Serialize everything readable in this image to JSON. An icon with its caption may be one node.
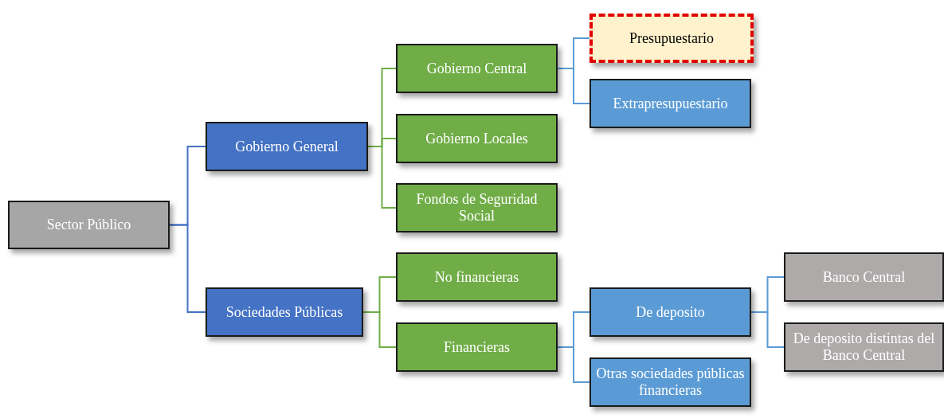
{
  "diagram": {
    "nodes": [
      {
        "text": [
          "Sector Público"
        ]
      },
      {
        "text": [
          "Gobierno General"
        ]
      },
      {
        "text": [
          "Sociedades Públicas"
        ]
      },
      {
        "text": [
          "Gobierno Central"
        ]
      },
      {
        "text": [
          "Gobierno Locales"
        ]
      },
      {
        "text": [
          "Fondos de Seguridad Social"
        ]
      },
      {
        "text": [
          "No financieras"
        ]
      },
      {
        "text": [
          "Financieras"
        ]
      },
      {
        "text": [
          "Presupuestario"
        ]
      },
      {
        "text": [
          "Extrapresupuestario"
        ]
      },
      {
        "text": [
          "De deposito"
        ]
      },
      {
        "text": [
          "Otras sociedades públicas financieras"
        ]
      },
      {
        "text": [
          "Banco Central"
        ]
      },
      {
        "text": [
          "De deposito distintas del Banco Central"
        ]
      }
    ],
    "edges": [
      {
        "from": 0,
        "to": 1,
        "arrow": "none",
        "color": "#4472c4"
      },
      {
        "from": 0,
        "to": 2,
        "arrow": "none",
        "color": "#4472c4"
      },
      {
        "from": 1,
        "to": 3,
        "arrow": "none",
        "color": "#70ad47"
      },
      {
        "from": 1,
        "to": 4,
        "arrow": "none",
        "color": "#70ad47"
      },
      {
        "from": 1,
        "to": 5,
        "arrow": "none",
        "color": "#70ad47"
      },
      {
        "from": 2,
        "to": 6,
        "arrow": "none",
        "color": "#70ad47"
      },
      {
        "from": 2,
        "to": 7,
        "arrow": "none",
        "color": "#70ad47"
      },
      {
        "from": 3,
        "to": 8,
        "arrow": "none"
      },
      {
        "from": 3,
        "to": 9,
        "arrow": "none"
      },
      {
        "from": 7,
        "to": 10,
        "arrow": "none"
      },
      {
        "from": 7,
        "to": 11,
        "arrow": "none"
      },
      {
        "from": 10,
        "to": 12,
        "arrow": "none"
      },
      {
        "from": 10,
        "to": 13,
        "arrow": "none"
      }
    ]
  }
}
